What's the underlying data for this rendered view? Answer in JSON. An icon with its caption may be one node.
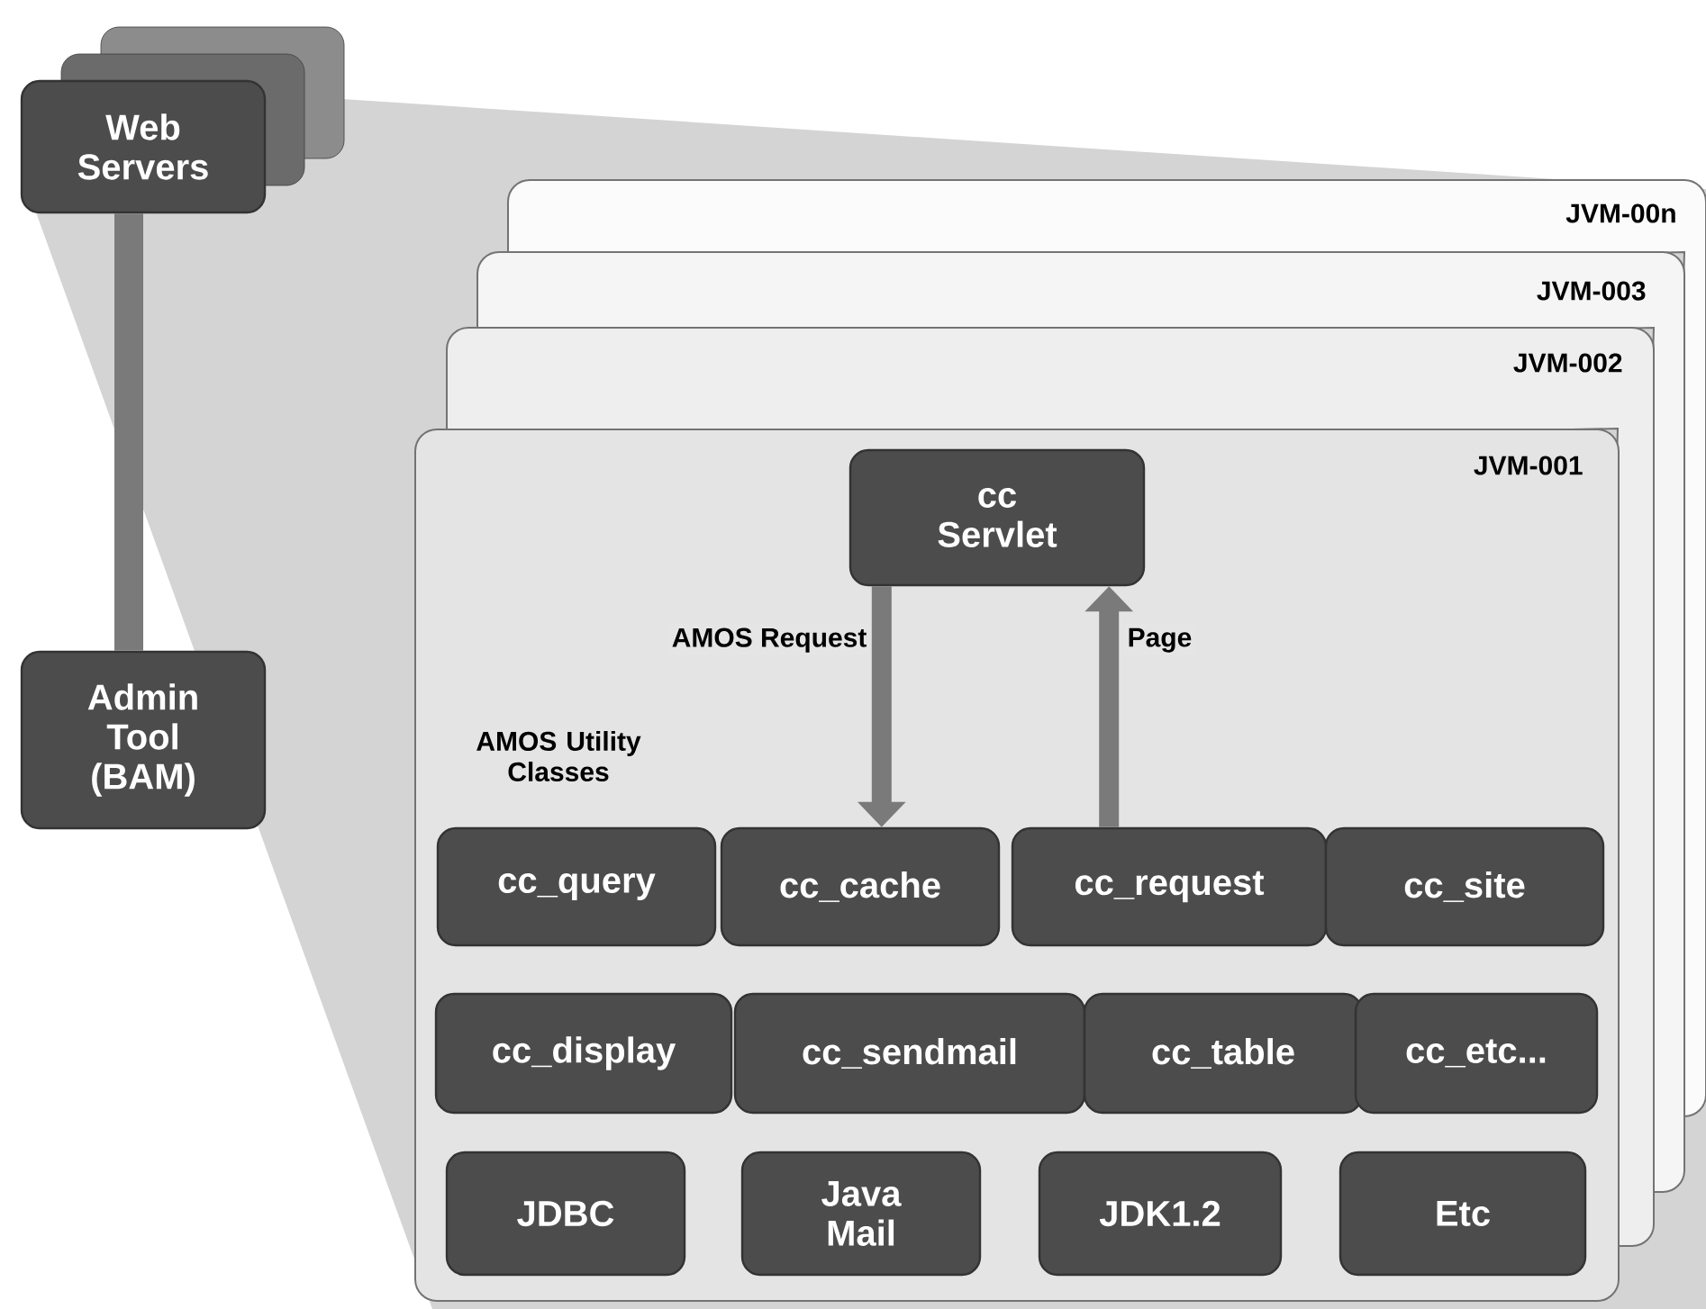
{
  "diagram": {
    "nodes": [
      {
        "text": [
          "Web Servers"
        ]
      },
      {
        "text": [
          "Admin Tool (BAM)"
        ]
      },
      {
        "text": [
          "JVM-00n"
        ]
      },
      {
        "text": [
          "JVM-003"
        ]
      },
      {
        "text": [
          "JVM-002"
        ]
      },
      {
        "text": [
          "JVM-001"
        ]
      },
      {
        "text": [
          "cc Servlet"
        ],
        "in": 5
      },
      {
        "text": [
          "cc_query"
        ],
        "in": 5
      },
      {
        "text": [
          "cc_cache"
        ],
        "in": 5
      },
      {
        "text": [
          "cc_request"
        ],
        "in": 5
      },
      {
        "text": [
          "cc_site"
        ],
        "in": 5
      },
      {
        "text": [
          "cc_display"
        ],
        "in": 5
      },
      {
        "text": [
          "cc_sendmail"
        ],
        "in": 5
      },
      {
        "text": [
          "cc_table"
        ],
        "in": 5
      },
      {
        "text": [
          "cc_etc..."
        ],
        "in": 5
      },
      {
        "text": [
          "JDBC"
        ],
        "in": 5
      },
      {
        "text": [
          "Java Mail"
        ],
        "in": 5
      },
      {
        "text": [
          "JDK1.2"
        ],
        "in": 5
      },
      {
        "text": [
          "Etc"
        ],
        "in": 5
      }
    ],
    "edges": [
      {
        "from": 0,
        "to": 1,
        "arrow": "none"
      },
      {
        "from": 6,
        "to": 8,
        "arrow": "to",
        "label": "AMOS Request"
      },
      {
        "from": 9,
        "to": 6,
        "arrow": "to",
        "label": "Page"
      }
    ],
    "labels": [
      "AMOS Utility Classes"
    ]
  }
}
